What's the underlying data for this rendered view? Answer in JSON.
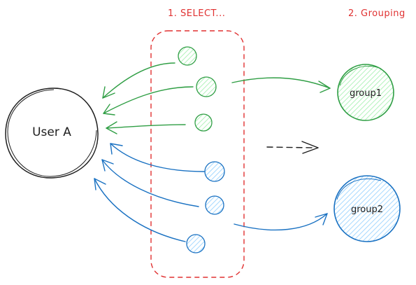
{
  "diagram": {
    "step1_label": "1. SELECT...",
    "step2_label": "2. Grouping",
    "user_label": "User A",
    "group1_label": "group1",
    "group2_label": "group2"
  },
  "colors": {
    "red": "#e03131",
    "green": "#2f9e44",
    "green_fill": "#b2f2bb",
    "blue": "#1971c2",
    "blue_fill": "#a5d8ff",
    "black": "#1e1e1e"
  }
}
